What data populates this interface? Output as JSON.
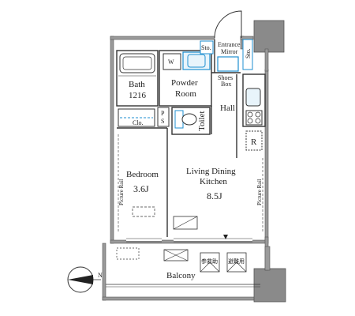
{
  "rooms": {
    "bath": "Bath",
    "bath_size": "1216",
    "powder_room_1": "Powder",
    "powder_room_2": "Room",
    "wm": "W",
    "entrance_1": "Entrance",
    "entrance_2": "Mirror",
    "storage_top": "Sto.",
    "storage_right": "Sto.",
    "shoes_box_1": "Shoes",
    "shoes_box_2": "Box",
    "hall": "Hall",
    "ps": "P\nS",
    "ps_p": "P",
    "ps_s": "S",
    "closet": "Clo.",
    "toilet": "Toilet",
    "refrigerator": "R",
    "bedroom": "Bedroom",
    "bedroom_size": "3.6J",
    "ldk_1": "Living Dining",
    "ldk_2": "Kitchen",
    "ldk_size": "8.5J",
    "picture_rail_left": "Picture Rail",
    "picture_rail_right": "Picture Rail",
    "balcony": "Balcony",
    "shutter_left": "参救助",
    "shutter_right": "避難用",
    "north": "N"
  },
  "colors": {
    "wall": "#9a9a9a",
    "wall_dark": "#8a8a8a",
    "fixture_blue": "#1f8fd0",
    "line": "#333333"
  }
}
